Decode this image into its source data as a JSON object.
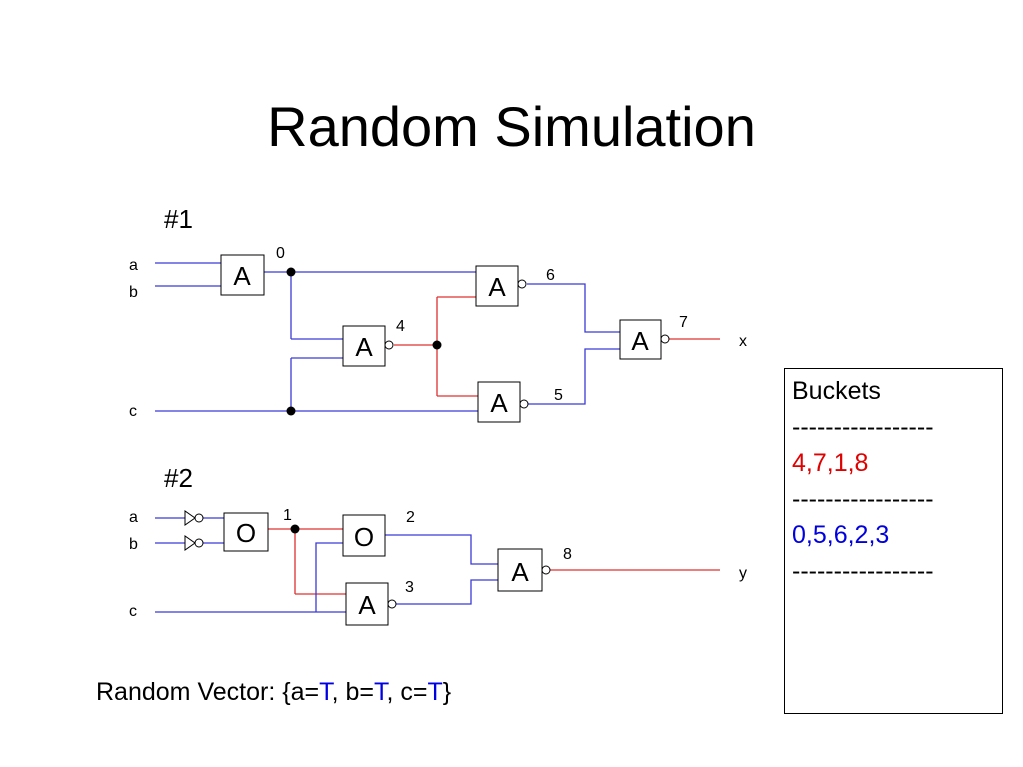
{
  "title": "Random Simulation",
  "circuit1": {
    "label": "#1",
    "inputs": [
      "a",
      "b",
      "c"
    ],
    "output": "x",
    "gates": [
      {
        "id": "0",
        "type": "A"
      },
      {
        "id": "4",
        "type": "A"
      },
      {
        "id": "6",
        "type": "A"
      },
      {
        "id": "5",
        "type": "A"
      },
      {
        "id": "7",
        "type": "A"
      }
    ]
  },
  "circuit2": {
    "label": "#2",
    "inputs": [
      "a",
      "b",
      "c"
    ],
    "output": "y",
    "gates": [
      {
        "id": "1",
        "type": "O"
      },
      {
        "id": "2",
        "type": "O"
      },
      {
        "id": "3",
        "type": "A"
      },
      {
        "id": "8",
        "type": "A"
      }
    ]
  },
  "buckets": {
    "heading": "Buckets",
    "separator": "-----------------",
    "groups": [
      {
        "items": "4,7,1,8",
        "color": "#e00000"
      },
      {
        "items": "0,5,6,2,3",
        "color": "#0000e0"
      }
    ]
  },
  "random_vector": {
    "prefix": "Random Vector: {",
    "a_label": "a=",
    "a_value": "T",
    "b_label": ", b=",
    "b_value": "T",
    "c_label": ", c=",
    "c_value": "T",
    "suffix": "}",
    "value_color": "#0000e0"
  },
  "colors": {
    "wire_normal": "#3a3ad6",
    "wire_inverted": "#e03030"
  }
}
